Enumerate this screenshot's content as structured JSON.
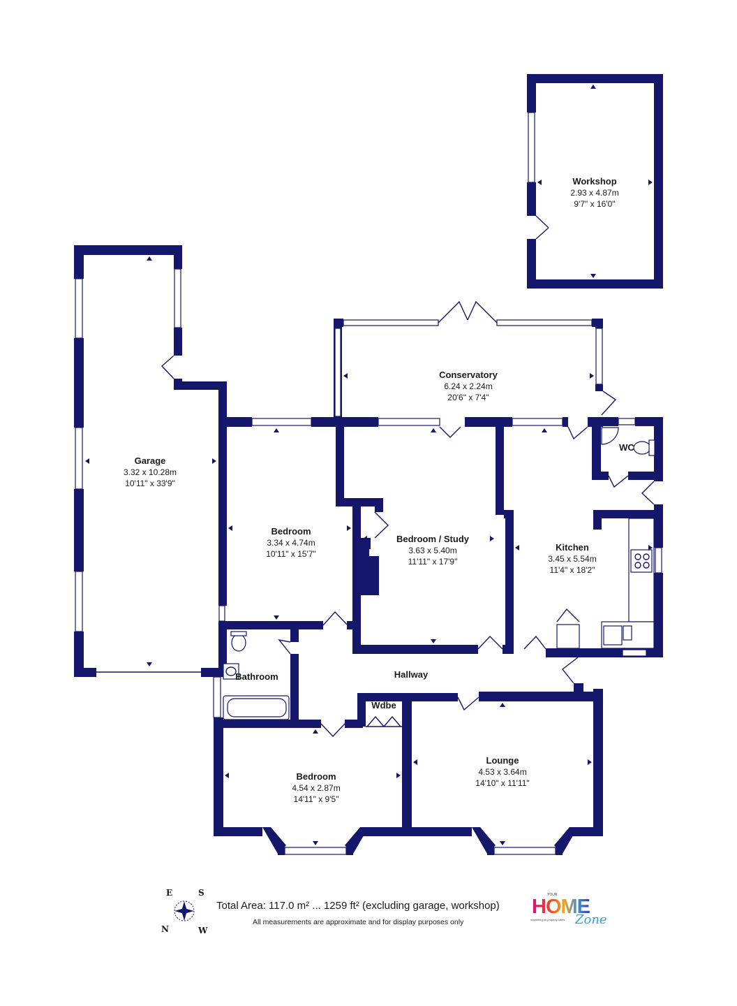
{
  "rooms": {
    "workshop": {
      "name": "Workshop",
      "metric": "2.93 x 4.87m",
      "imperial": "9'7\" x 16'0\""
    },
    "garage": {
      "name": "Garage",
      "metric": "3.32 x 10.28m",
      "imperial": "10'11\" x 33'9\""
    },
    "conservatory": {
      "name": "Conservatory",
      "metric": "6.24 x 2.24m",
      "imperial": "20'6\" x 7'4\""
    },
    "bedroom1": {
      "name": "Bedroom",
      "metric": "3.34 x 4.74m",
      "imperial": "10'11\" x 15'7\""
    },
    "bedroom_study": {
      "name": "Bedroom / Study",
      "metric": "3.63 x 5.40m",
      "imperial": "11'11\" x 17'9\""
    },
    "kitchen": {
      "name": "Kitchen",
      "metric": "3.45 x 5.54m",
      "imperial": "11'4\" x 18'2\""
    },
    "wc": {
      "name": "WC"
    },
    "bathroom": {
      "name": "Bathroom"
    },
    "hallway": {
      "name": "Hallway"
    },
    "wardrobe": {
      "name": "Wdbe"
    },
    "bedroom2": {
      "name": "Bedroom",
      "metric": "4.54 x 2.87m",
      "imperial": "14'11\" x 9'5\""
    },
    "lounge": {
      "name": "Lounge",
      "metric": "4.53 x 3.64m",
      "imperial": "14'10\" x 11'11\""
    }
  },
  "footer": {
    "total_area": "Total Area: 117.0 m² ... 1259 ft² (excluding garage, workshop)",
    "disclaimer": "All measurements are approximate and for display purposes only"
  },
  "compass": {
    "e": "E",
    "s": "S",
    "n": "N",
    "w": "W"
  },
  "logo": {
    "top": "YOUR",
    "main": "HOME",
    "script": "Zone",
    "tagline": "marketing on property sales"
  },
  "colors": {
    "walls": "#15176b",
    "text": "#1a1a1a",
    "background": "#ffffff"
  }
}
